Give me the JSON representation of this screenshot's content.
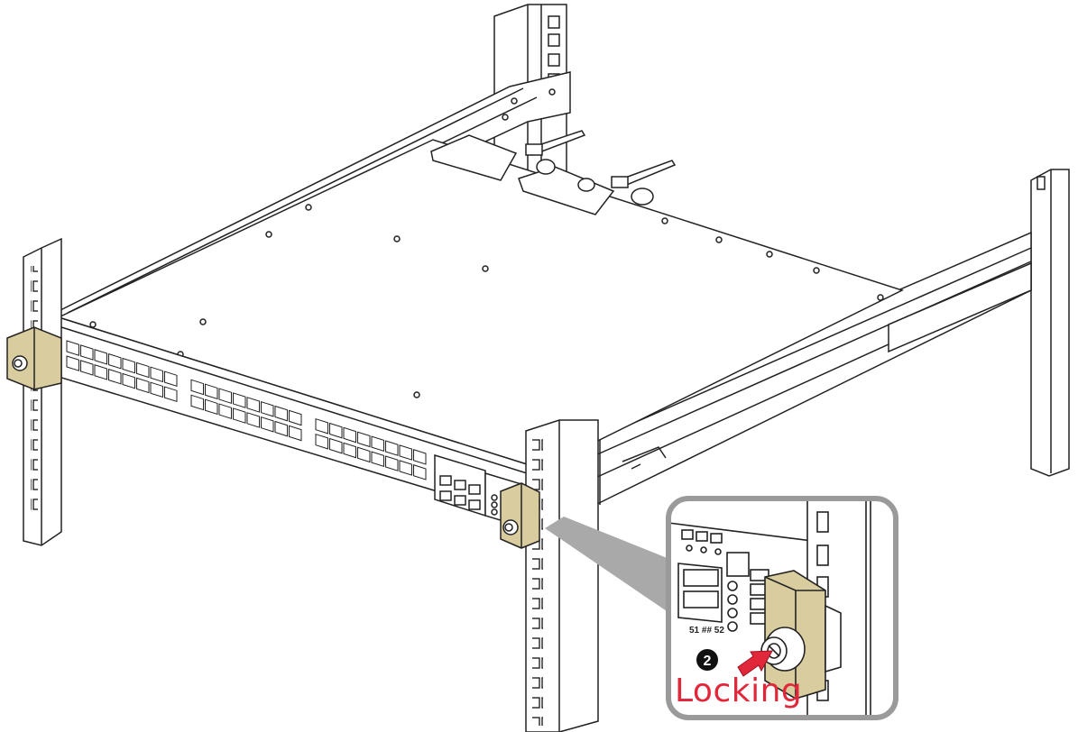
{
  "callout": {
    "step_number": "❷",
    "label": "Locking",
    "label_color": "#e0283a",
    "arrow_color": "#e0283a",
    "frame_color": "#9a9a9a"
  },
  "device": {
    "port_groups": 3,
    "ports_per_row": 8,
    "port_rows": 2,
    "lock_block_color": "#d9cc9e"
  },
  "port_labels": {
    "uplink": "51 ## 52"
  },
  "icons": [
    "mounting-rail-icon",
    "lock-screw-icon",
    "cable-tie-icon",
    "red-arrow-icon"
  ]
}
